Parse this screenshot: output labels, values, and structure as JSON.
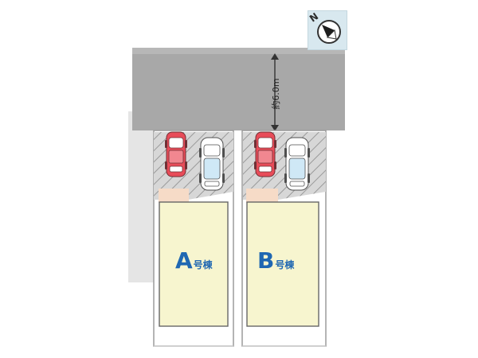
{
  "map": {
    "road_width_label": "約6.0m",
    "compass_label": "N",
    "units": [
      {
        "letter": "A",
        "suffix": "号棟"
      },
      {
        "letter": "B",
        "suffix": "号棟"
      }
    ]
  }
}
